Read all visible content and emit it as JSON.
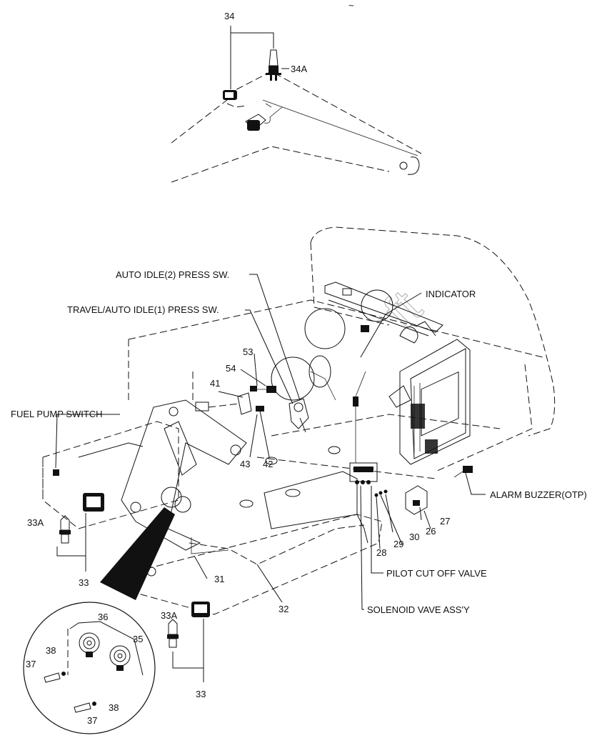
{
  "diagram": {
    "watermark": "ft",
    "top_mark": "~",
    "callouts": [
      {
        "id": "c34",
        "text": "34"
      },
      {
        "id": "c34A",
        "text": "34A"
      },
      {
        "id": "c_auto_idle2",
        "text": "AUTO IDLE(2) PRESS SW."
      },
      {
        "id": "c_travel",
        "text": "TRAVEL/AUTO IDLE(1) PRESS SW."
      },
      {
        "id": "c_indicator",
        "text": "INDICATOR"
      },
      {
        "id": "c53",
        "text": "53"
      },
      {
        "id": "c54",
        "text": "54"
      },
      {
        "id": "c41",
        "text": "41"
      },
      {
        "id": "c_fuel",
        "text": "FUEL PUMP SWITCH"
      },
      {
        "id": "c43",
        "text": "43"
      },
      {
        "id": "c42",
        "text": "42"
      },
      {
        "id": "c_alarm",
        "text": "ALARM BUZZER(OTP)"
      },
      {
        "id": "c27",
        "text": "27"
      },
      {
        "id": "c26",
        "text": "26"
      },
      {
        "id": "c30",
        "text": "30"
      },
      {
        "id": "c29",
        "text": "29"
      },
      {
        "id": "c28",
        "text": "28"
      },
      {
        "id": "c33A_l",
        "text": "33A"
      },
      {
        "id": "c33_l",
        "text": "33"
      },
      {
        "id": "c31",
        "text": "31"
      },
      {
        "id": "c32",
        "text": "32"
      },
      {
        "id": "c_pilot",
        "text": "PILOT CUT OFF VALVE"
      },
      {
        "id": "c_solenoid",
        "text": "SOLENOID VAVE ASS'Y"
      },
      {
        "id": "c36",
        "text": "36"
      },
      {
        "id": "c35",
        "text": "35"
      },
      {
        "id": "c38_a",
        "text": "38"
      },
      {
        "id": "c37_a",
        "text": "37"
      },
      {
        "id": "c38_b",
        "text": "38"
      },
      {
        "id": "c37_b",
        "text": "37"
      },
      {
        "id": "c33A_r",
        "text": "33A"
      },
      {
        "id": "c33_r",
        "text": "33"
      }
    ]
  }
}
